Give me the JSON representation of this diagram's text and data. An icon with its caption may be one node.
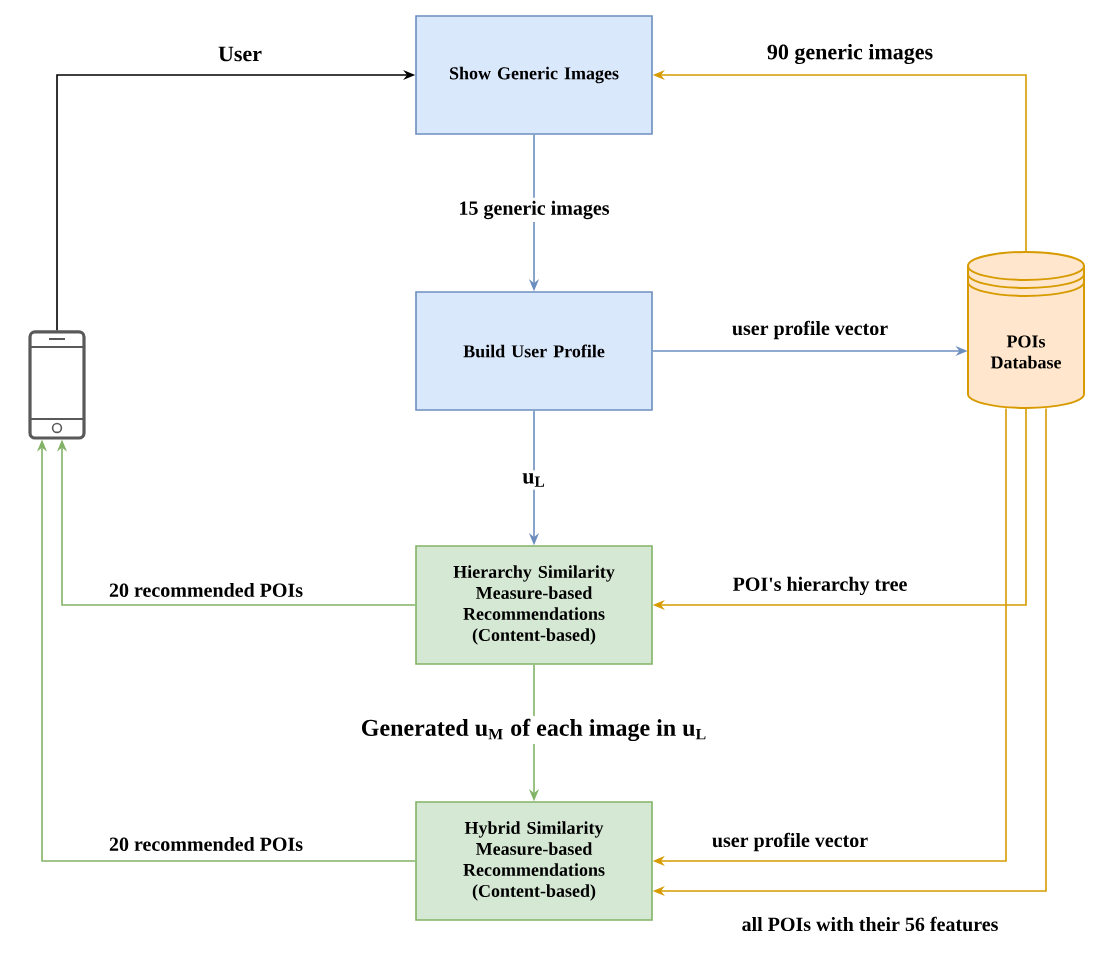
{
  "diagram": {
    "nodes": [
      {
        "text": [],
        "shape": "phone"
      },
      {
        "text": [
          "Show Generic Images"
        ]
      },
      {
        "text": [
          "Build User Profile"
        ]
      },
      {
        "text": [
          "POIs Database"
        ]
      },
      {
        "text": [
          "Hierarchy Similarity Measure-based Recommendations (Content-based)"
        ]
      },
      {
        "text": [
          "Hybrid Similarity Measure-based Recommendations (Content-based)"
        ]
      }
    ],
    "edges": [
      {
        "from": 0,
        "to": 1,
        "arrow": "to",
        "label": "User",
        "color": "#000000"
      },
      {
        "from": 1,
        "to": 2,
        "arrow": "to",
        "label": "15 generic images",
        "color": "#6c8ebf"
      },
      {
        "from": 3,
        "to": 1,
        "arrow": "to",
        "label": "90 generic images",
        "color": "#d79b00"
      },
      {
        "from": 2,
        "to": 3,
        "arrow": "to",
        "label": "user profile vector",
        "color": "#6c8ebf"
      },
      {
        "from": 2,
        "to": 4,
        "arrow": "to",
        "label": "u$_{L}$",
        "color": "#6c8ebf"
      },
      {
        "from": 4,
        "to": 0,
        "arrow": "to",
        "label": "20 recommended POIs",
        "color": "#82b366"
      },
      {
        "from": 4,
        "to": 5,
        "arrow": "to",
        "label": "Generated u$_{M}$ of each image in u$_{L}$",
        "color": "#82b366"
      },
      {
        "from": 5,
        "to": 0,
        "arrow": "to",
        "label": "20 recommended POIs",
        "color": "#82b366"
      },
      {
        "from": 3,
        "to": 4,
        "arrow": "to",
        "label": "POI's hierarchy tree",
        "color": "#d79b00"
      },
      {
        "from": 3,
        "to": 5,
        "arrow": "to",
        "label": "user profile vector",
        "color": "#d79b00"
      },
      {
        "from": 3,
        "to": 5,
        "arrow": "to",
        "label": "all POIs with their 56 features",
        "color": "#d79b00"
      }
    ]
  }
}
